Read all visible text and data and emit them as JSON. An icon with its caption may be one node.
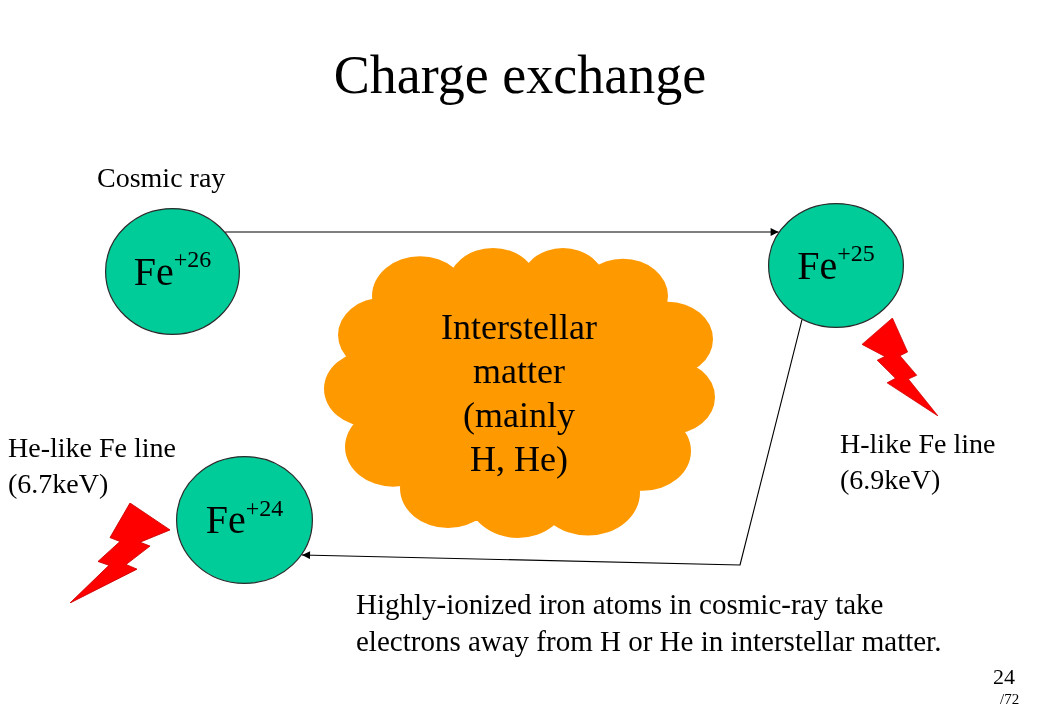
{
  "diagram": {
    "title": "Charge exchange",
    "nodes": [
      {
        "text": [
          "Fe$^{+26}$"
        ],
        "beside": [
          "Cosmic ray"
        ]
      },
      {
        "text": [
          "Interstellar matter (mainly H, He)"
        ]
      },
      {
        "text": [
          "Fe$^{+25}$"
        ],
        "beside": [
          "H-like Fe line (6.9keV)"
        ]
      },
      {
        "text": [
          "Fe$^{+24}$"
        ],
        "beside": [
          "He-like Fe line (6.7keV)"
        ]
      }
    ],
    "edges": [
      {
        "from": 0,
        "to": 2,
        "arrow": "to"
      },
      {
        "from": 2,
        "to": 3,
        "arrow": "to"
      }
    ],
    "labels": [
      "Highly-ionized iron atoms in cosmic-ray take electrons away from H or He in interstellar matter.",
      "24",
      "/72"
    ]
  }
}
